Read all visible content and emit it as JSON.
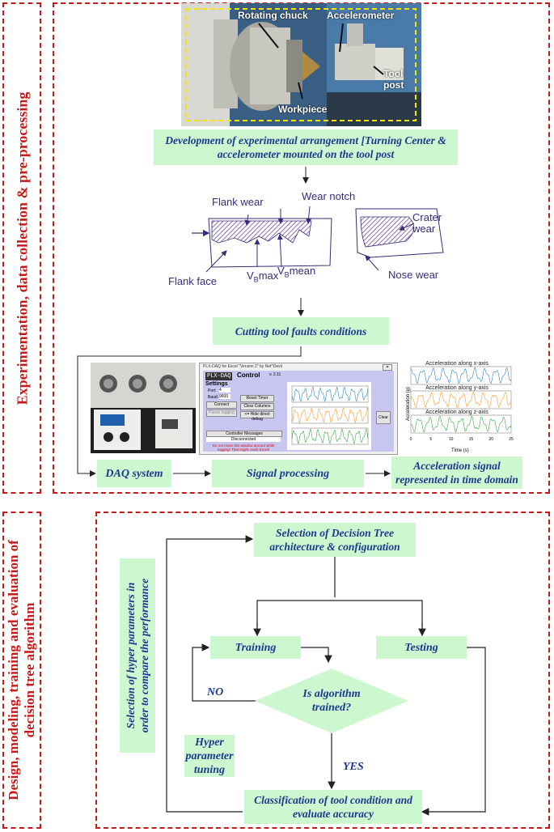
{
  "section1": {
    "side_label": "Experimentation, data collection & pre-processing",
    "photo_labels": {
      "rotating_chuck": "Rotating chuck",
      "accelerometer": "Accelerometer",
      "tool_post": "Tool post",
      "workpiece": "Workpiece"
    },
    "box_setup": "Development of experimental arrangement [Turning Center & accelerometer mounted on the tool post",
    "wear_labels": {
      "flank_wear": "Flank wear",
      "wear_notch": "Wear notch",
      "flank_face": "Flank face",
      "vb_max": "V",
      "vb_max_sub": "B",
      "vb_max_suffix": "max",
      "vb_mean": "V",
      "vb_mean_sub": "B",
      "vb_mean_suffix": "mean",
      "crater_wear": "Crater wear",
      "nose_wear": "Nose wear"
    },
    "box_faults": "Cutting tool faults conditions",
    "box_daq": "DAQ system",
    "box_signal": "Signal processing",
    "box_accel": "Acceleration signal represented in time domain",
    "plots": {
      "x_title": "Acceleration along x-axis",
      "y_title": "Acceleration along y-axis",
      "z_title": "Acceleration along z-axis",
      "ylabel": "Acceleration (g)",
      "xlabel": "Time (s)",
      "xticks": [
        "0",
        "5",
        "10",
        "15",
        "20",
        "25"
      ]
    },
    "daq_window": {
      "title": "PLX-DAQ for Excel \"Version 2\" by Net^Devil",
      "logo": "PLX-DAQ",
      "control": "Control",
      "version": "v. 2.11",
      "settings": "Settings",
      "port_label": "Port:",
      "port_value": "4",
      "baud_label": "Baud:",
      "baud_value": "9600",
      "connect": "Connect",
      "pause": "Pause logging",
      "reset_timer": "Reset Timer",
      "clear_columns": "Clear Columns",
      "hide_debug": "<= Hide direct debug",
      "controller_messages": "Controller Messages",
      "disconnected": "Disconnected",
      "warning": "Do not move this window around while logging! That might crash Excel!",
      "clear": "Clear"
    }
  },
  "section2": {
    "side_label_line1": "Design, modeling, training and evaluation of",
    "side_label_line2": "decision tree algorithm",
    "box_selection": "Selection of Decision Tree architecture & configuration",
    "box_training": "Training",
    "box_testing": "Testing",
    "diamond": "Is algorithm trained?",
    "no_label": "NO",
    "yes_label": "YES",
    "box_hyper": "Hyper parameter tuning",
    "box_classification": "Classification of tool condition and evaluate accuracy",
    "box_vertical_line1": "Selection of hyper parameters in",
    "box_vertical_line2": "order to compare the performance"
  },
  "colors": {
    "dash_border": "#c41a1a",
    "box_fill": "#cdf7cf",
    "box_text": "#1a3a8f",
    "series_x": "#2e86c1",
    "series_y": "#f39c33",
    "series_z": "#3aa845"
  }
}
